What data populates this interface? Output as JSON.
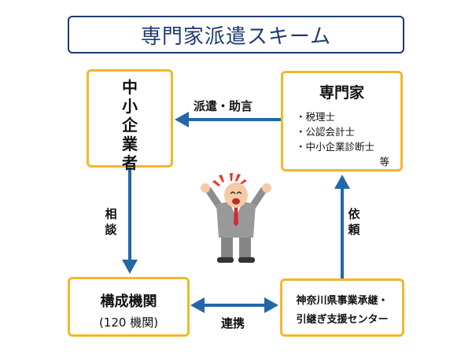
{
  "title": "専門家派遣スキーム",
  "sme": {
    "chars": [
      "中",
      "小",
      "企",
      "業",
      "者"
    ]
  },
  "expert": {
    "title": "専門家",
    "items": [
      "税理士",
      "公認会計士",
      "中小企業診断士"
    ],
    "etc": "等"
  },
  "org": {
    "title": "構成機関",
    "subtitle": "(120 機関)"
  },
  "center": {
    "line1": "神奈川県事業承継・",
    "line2": "引継ぎ支援センター"
  },
  "labels": {
    "dispatch": "派遣・助言",
    "consult": [
      "相",
      "談"
    ],
    "request": [
      "依",
      "頼"
    ],
    "cooperation": "連携"
  },
  "colors": {
    "arrow": "#2367a8",
    "box_border": "#f3b72a",
    "title": "#1f3a72"
  }
}
